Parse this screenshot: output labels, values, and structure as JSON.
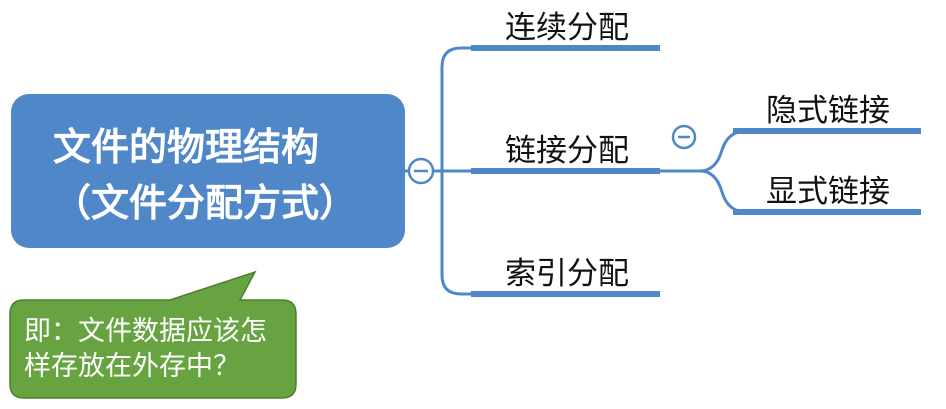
{
  "root": {
    "title_line1": "文件的物理结构",
    "title_line2": "（文件分配方式）"
  },
  "branches": [
    {
      "label": "连续分配"
    },
    {
      "label": "链接分配",
      "children": [
        {
          "label": "隐式链接"
        },
        {
          "label": "显式链接"
        }
      ]
    },
    {
      "label": "索引分配"
    }
  ],
  "callout": {
    "text": "即：文件数据应该怎样存放在外存中？"
  },
  "colors": {
    "root_fill": "#4f87c8",
    "branch_line": "#4f87c8",
    "callout_fill": "#67a441",
    "callout_border": "#4a7f2c",
    "label_text": "#111111"
  },
  "icons": {
    "collapse_toggle": "minus-circle-icon"
  }
}
